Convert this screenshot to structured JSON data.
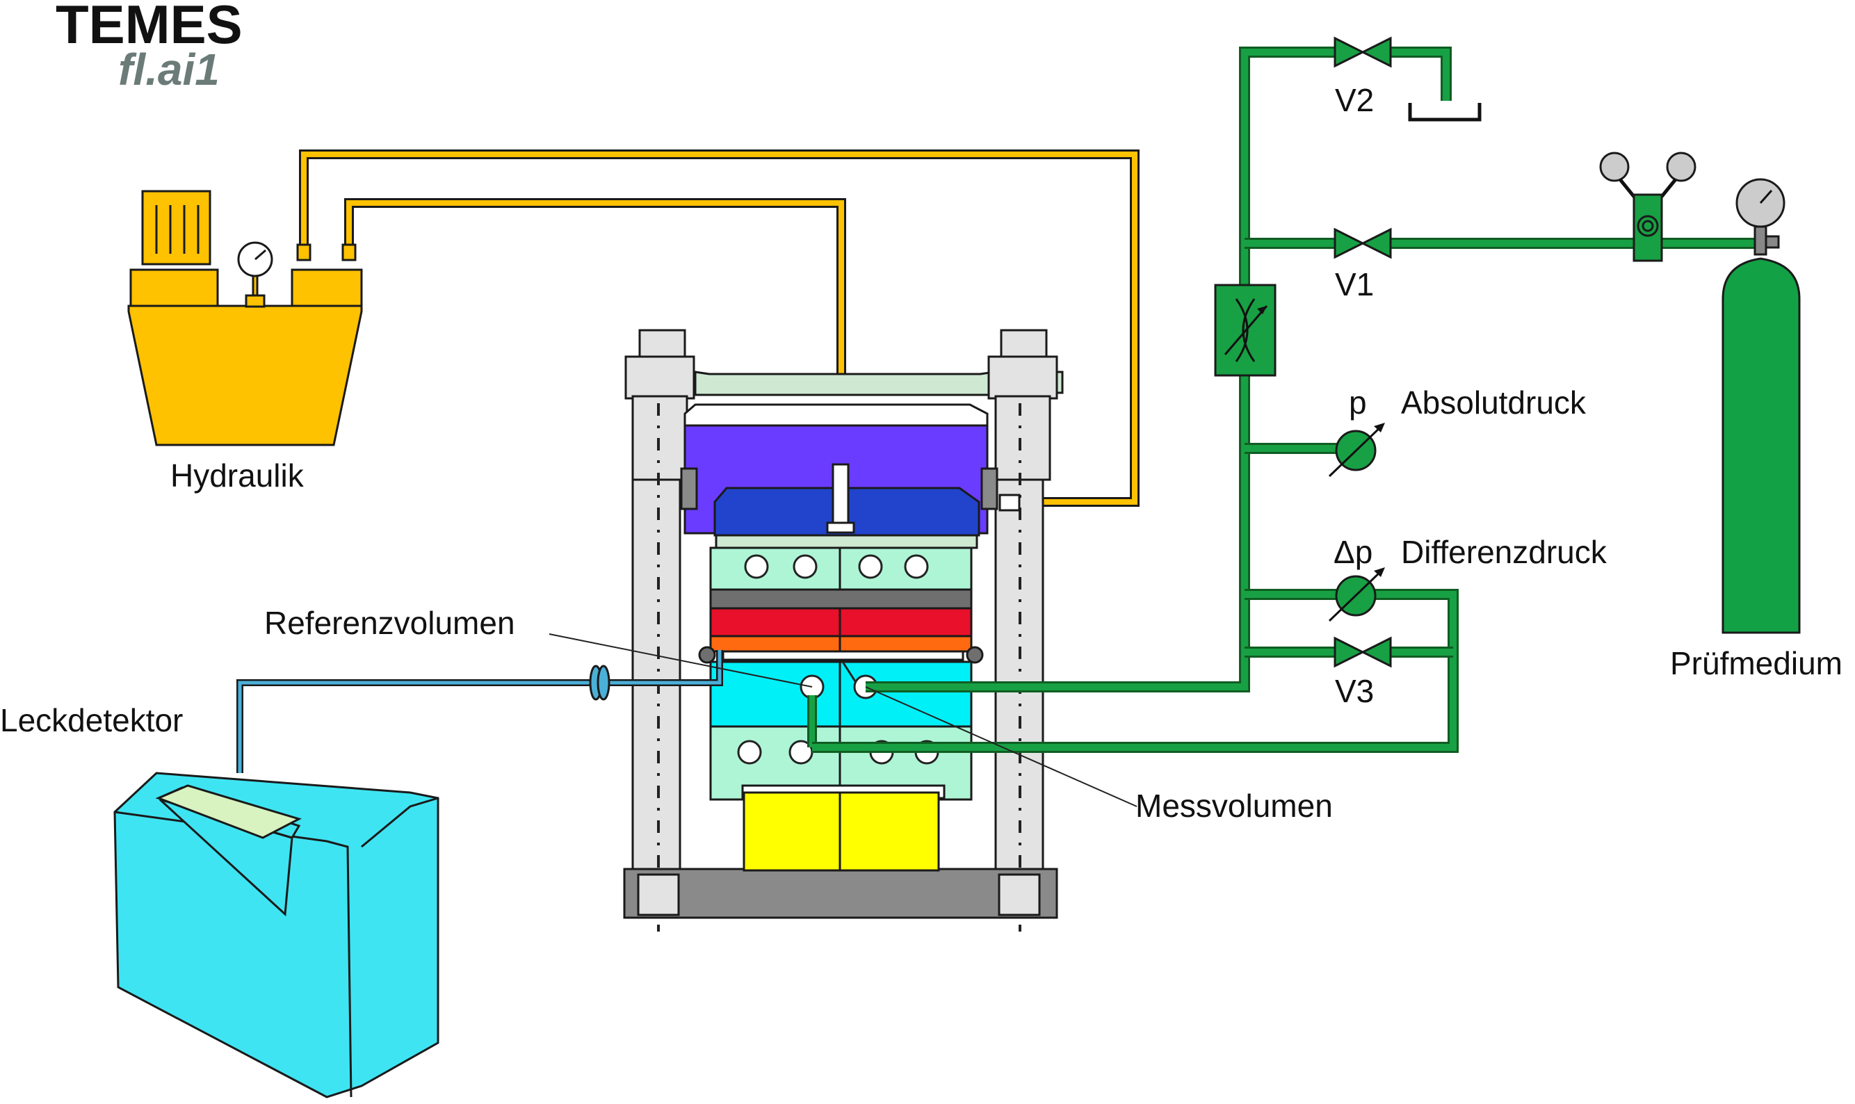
{
  "brand": {
    "title": "TEMES",
    "subtitle": "fl.ai1"
  },
  "labels": {
    "hydraulik": "Hydraulik",
    "leckdetektor": "Leckdetektor",
    "referenzvolumen": "Referenzvolumen",
    "messvolumen": "Messvolumen",
    "v1": "V1",
    "v2": "V2",
    "v3": "V3",
    "p": "p",
    "absolutdruck": "Absolutdruck",
    "dp": "Δp",
    "differenzdruck": "Differenzdruck",
    "pruefmedium": "Prüfmedium"
  },
  "colors": {
    "hydraulic_oil": "#ffc200",
    "gas_line": "#18a044",
    "detector_line": "#4bb0d8",
    "press_plate_upper": "#6a3cff",
    "press_plate_mid": "#2244cc",
    "mold_block": "#aef5d6",
    "heater_red": "#e8102a",
    "heater_orange": "#ff6a10",
    "cyan_block": "#00f0f8",
    "yellow_base": "#ffff00",
    "frame_grey": "#e3e3e3",
    "base_plate": "#8a8a8a",
    "detector_body": "#3fe4f2",
    "detector_screen": "#d8f2c0",
    "cylinder": "#13a146"
  }
}
